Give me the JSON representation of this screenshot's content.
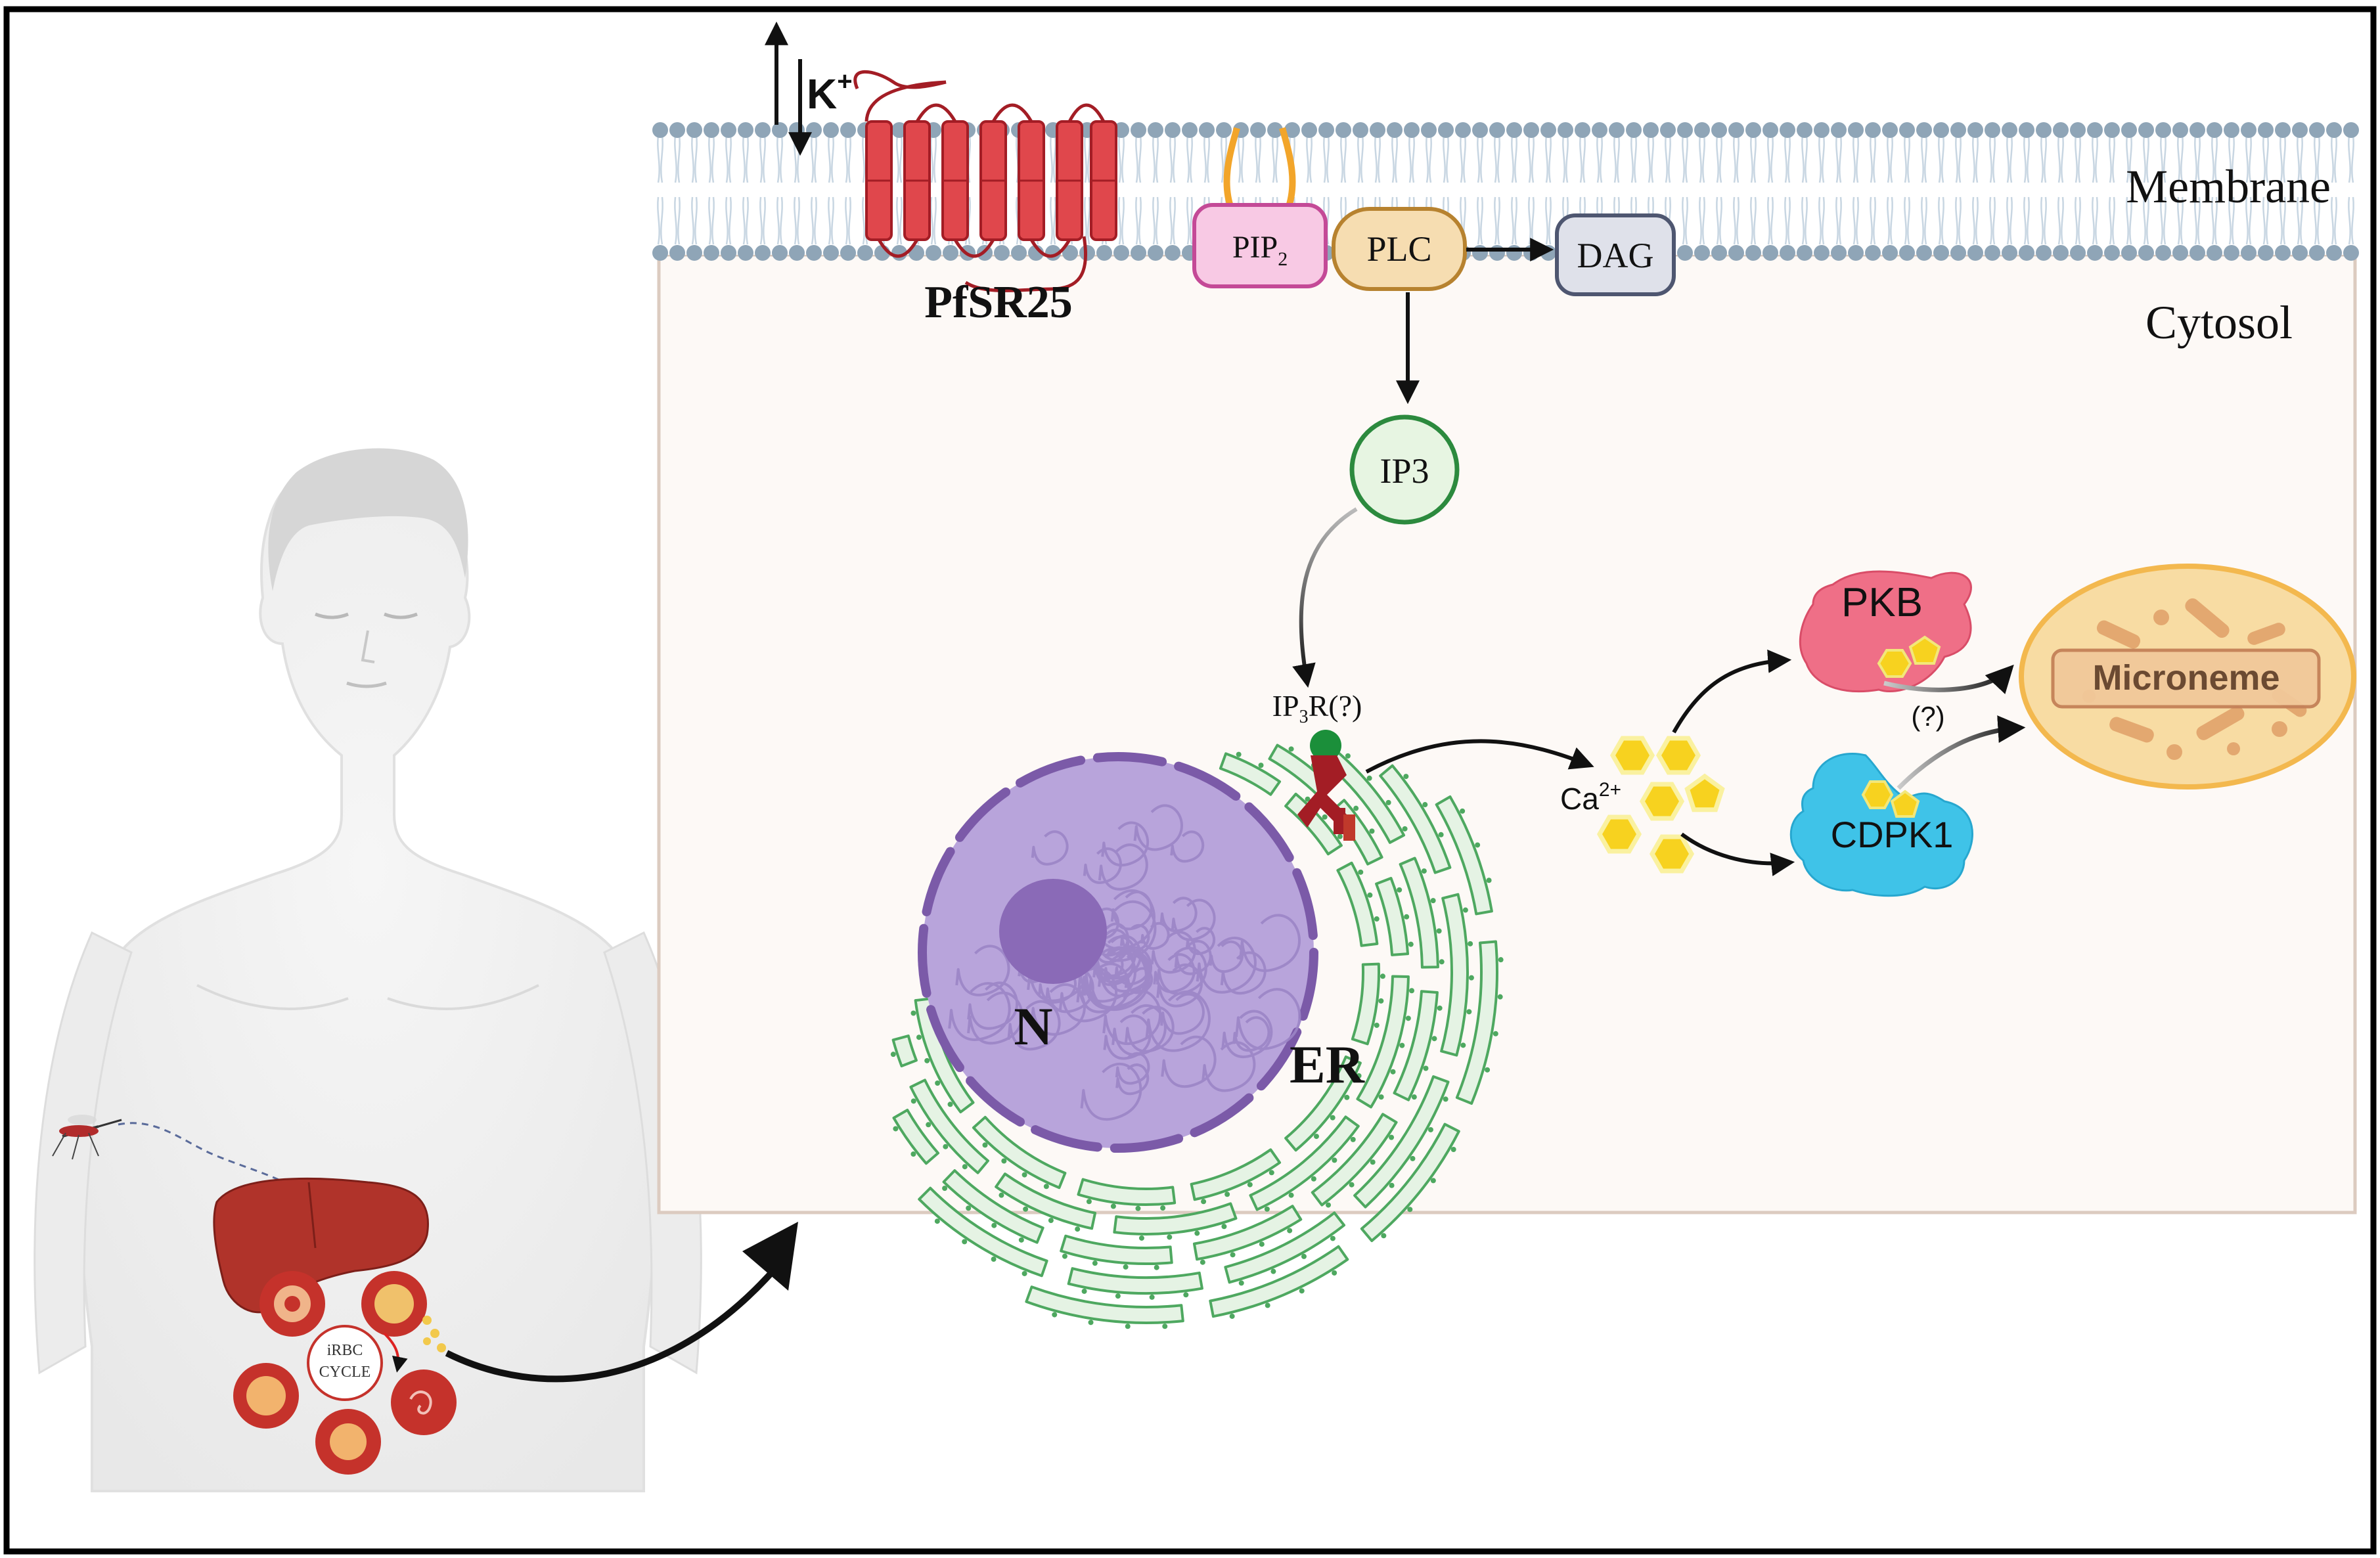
{
  "labels": {
    "potassium": "K",
    "potassium_charge": "+",
    "receptor": "PfSR25",
    "pip2_main": "PIP",
    "pip2_sub": "2",
    "plc": "PLC",
    "dag": "DAG",
    "membrane": "Membrane",
    "cytosol": "Cytosol",
    "ip3": "IP3",
    "ip3r_prefix": "IP",
    "ip3r_sub": "3",
    "ip3r_suffix": "R(?)",
    "calcium_main": "Ca",
    "calcium_sup": "2+",
    "pkb": "PKB",
    "cdpk1": "CDPK1",
    "microneme": "Microneme",
    "uncertain": "(?)",
    "nucleus": "N",
    "er": "ER",
    "cycle_line1": "iRBC",
    "cycle_line2": "CYCLE"
  },
  "colors": {
    "frame": "#000000",
    "membrane_head": "#8fa5b7",
    "membrane_tail": "#c8d6e2",
    "cytosol_fill": "#fdf9f6",
    "cytosol_border": "#dccbc0",
    "receptor": "#e0474c",
    "receptor_dark": "#a31d25",
    "pip2_fill": "#f8c9e4",
    "pip2_border": "#c44a97",
    "plc_fill": "#f6ddb1",
    "plc_border": "#b7822f",
    "dag_fill": "#dfe1ea",
    "dag_border": "#4e5670",
    "ip3_fill": "#e7f5e2",
    "ip3_border": "#2c8a3e",
    "pkb": "#ef6f87",
    "cdpk1": "#3fc3e8",
    "calcium": "#f7d21f",
    "microneme_fill": "#f8dca3",
    "microneme_border": "#f3b84e",
    "nucleus": "#b8a4db",
    "nucleus_border": "#7b5aa8",
    "er": "#4ea860",
    "body": "#f0f0f0",
    "liver": "#b0332a",
    "rbc": "#c5322b"
  }
}
